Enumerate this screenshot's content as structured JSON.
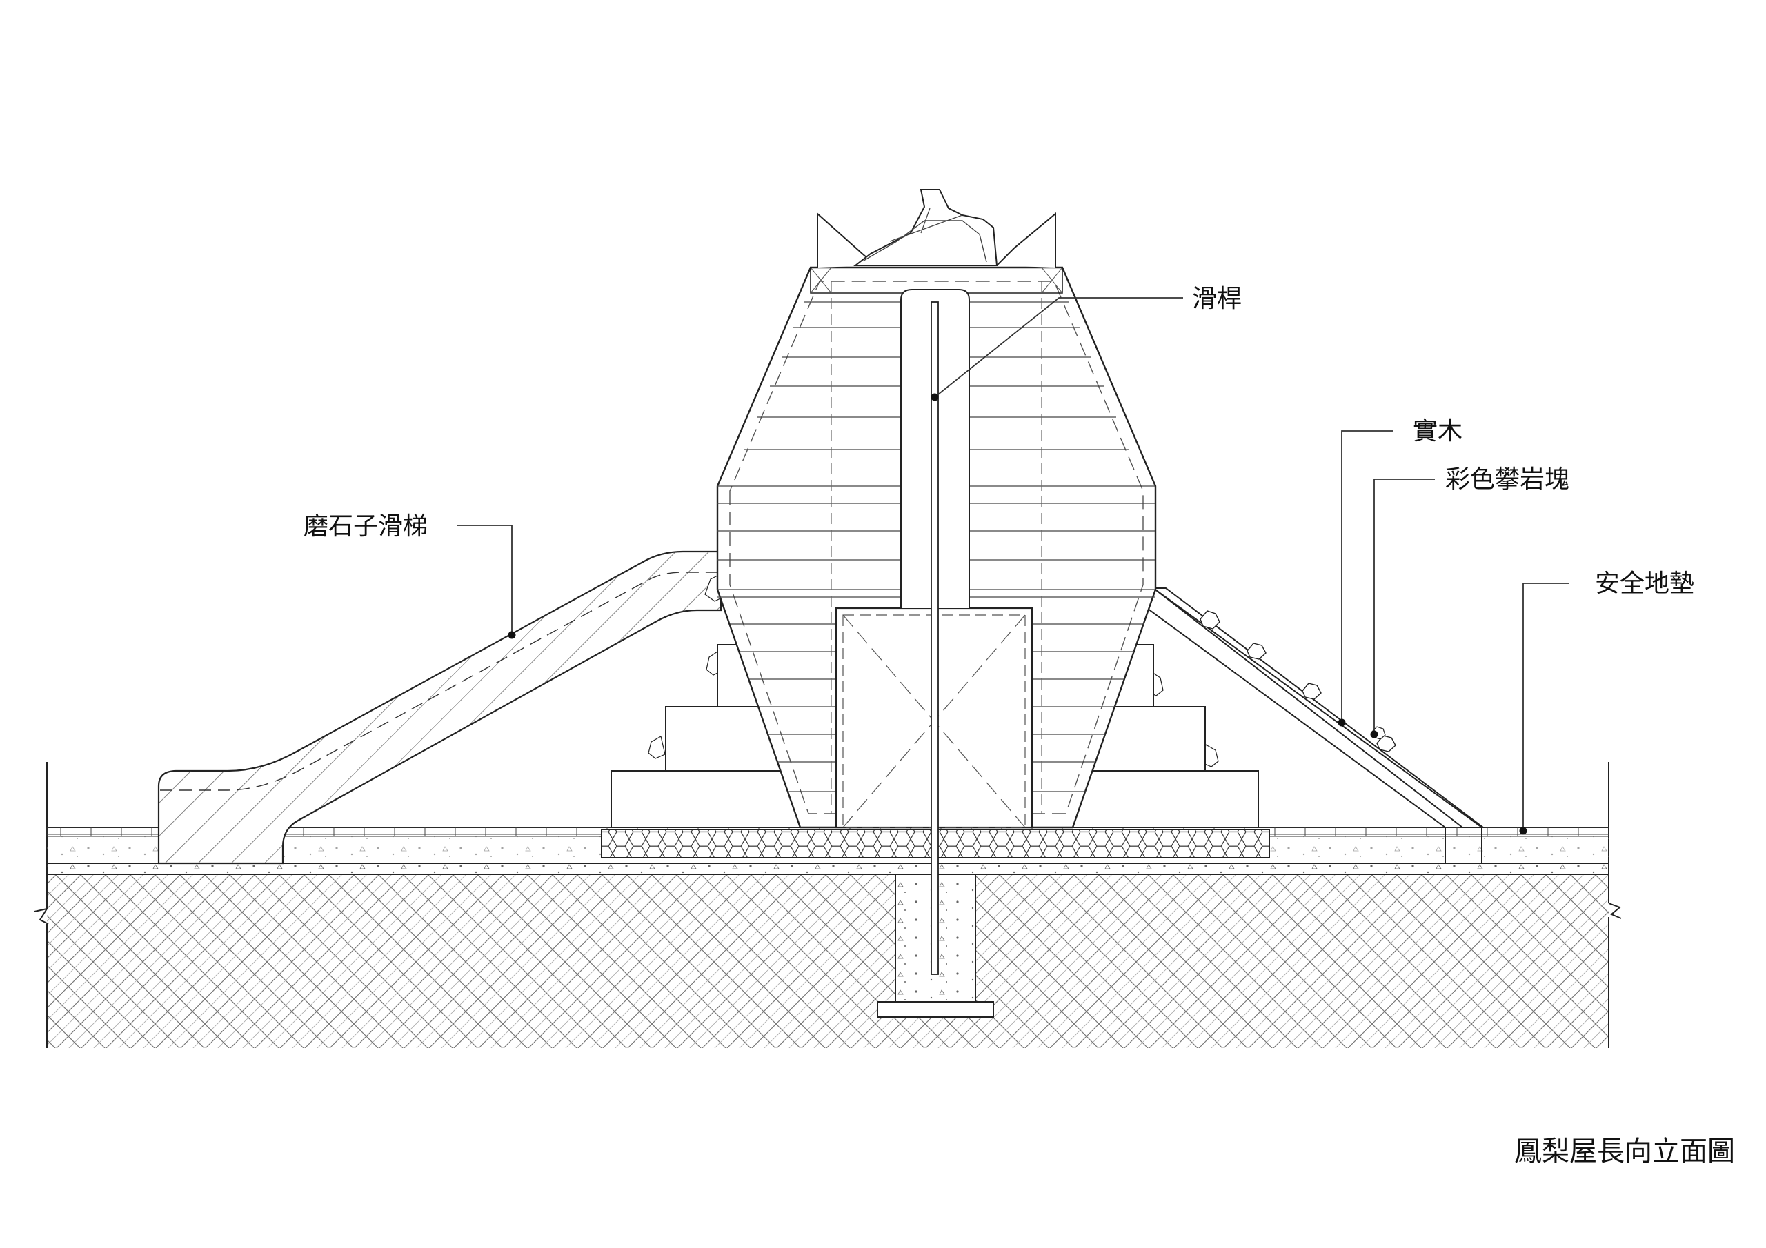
{
  "title": "鳳梨屋長向立面圖",
  "labels": {
    "slide_pole": "滑桿",
    "solid_wood": "實木",
    "climbing_holds": "彩色攀岩塊",
    "terrazzo_slide": "磨石子滑梯",
    "safety_mat": "安全地墊"
  }
}
